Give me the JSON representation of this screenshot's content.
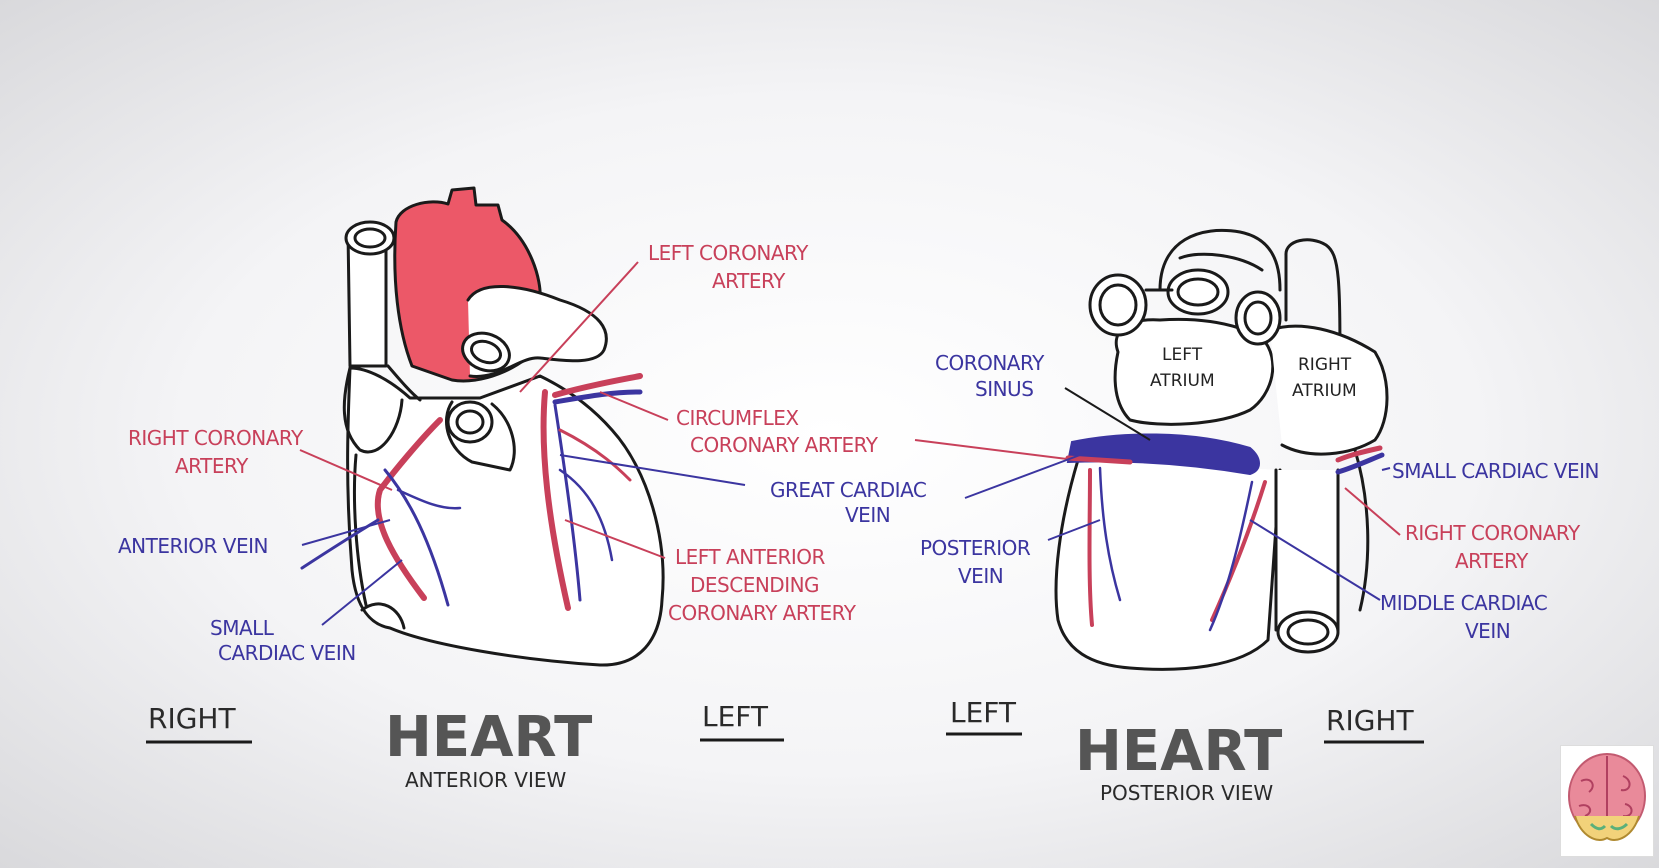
{
  "anterior": {
    "title": "HEART",
    "subtitle": "ANTERIOR VIEW",
    "left_side": "RIGHT",
    "right_side": "LEFT",
    "labels": {
      "left_coronary_1": "LEFT CORONARY",
      "left_coronary_2": "ARTERY",
      "circumflex_1": "CIRCUMFLEX",
      "circumflex_2": "CORONARY ARTERY",
      "right_coronary_1": "RIGHT CORONARY",
      "right_coronary_2": "ARTERY",
      "great_cardiac_1": "GREAT CARDIAC",
      "great_cardiac_2": "VEIN",
      "anterior_vein": "ANTERIOR VEIN",
      "lad_1": "LEFT ANTERIOR",
      "lad_2": "DESCENDING",
      "lad_3": "CORONARY ARTERY",
      "small_cardiac_1": "SMALL",
      "small_cardiac_2": "CARDIAC VEIN"
    }
  },
  "posterior": {
    "title": "HEART",
    "subtitle": "POSTERIOR VIEW",
    "left_side": "LEFT",
    "right_side": "RIGHT",
    "labels": {
      "coronary_sinus_1": "CORONARY",
      "coronary_sinus_2": "SINUS",
      "left_atrium_1": "LEFT",
      "left_atrium_2": "ATRIUM",
      "right_atrium_1": "RIGHT",
      "right_atrium_2": "ATRIUM",
      "small_cardiac": "SMALL CARDIAC VEIN",
      "right_coronary_1": "RIGHT CORONARY",
      "right_coronary_2": "ARTERY",
      "posterior_vein_1": "POSTERIOR",
      "posterior_vein_2": "VEIN",
      "middle_cardiac_1": "MIDDLE CARDIAC",
      "middle_cardiac_2": "VEIN"
    }
  },
  "colors": {
    "artery": "#c8405a",
    "vein": "#3b35a0",
    "aorta": "#ec5868",
    "outline": "#1a1a1a"
  },
  "logo_icon": "brain-icon"
}
